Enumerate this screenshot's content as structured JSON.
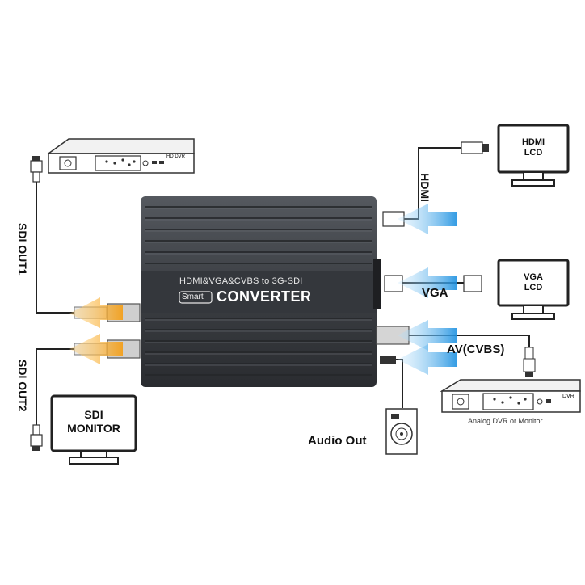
{
  "converter": {
    "subtitle": "HDMI&VGA&CVBS to 3G-SDI",
    "badge": "Smart",
    "title": "CONVERTER"
  },
  "devices": {
    "hd_dvr": "HD DVR",
    "hdmi_lcd_line1": "HDMI",
    "hdmi_lcd_line2": "LCD",
    "vga_lcd_line1": "VGA",
    "vga_lcd_line2": "LCD",
    "sdi_monitor_line1": "SDI",
    "sdi_monitor_line2": "MONITOR",
    "analog_dvr_tag": "DVR",
    "analog_dvr_caption": "Analog DVR or Monitor"
  },
  "labels": {
    "sdi_out1": "SDI OUT1",
    "sdi_out2": "SDI OUT2",
    "hdmi": "HDMI",
    "vga": "VGA",
    "av_cvbs": "AV(CVBS)",
    "audio_out": "Audio Out"
  },
  "colors": {
    "output_arrow": "#f0a01e",
    "input_arrow": "#1e9be8",
    "device_body": "#3a3d42"
  }
}
